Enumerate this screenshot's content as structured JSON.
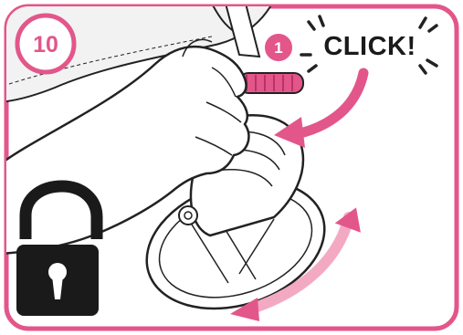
{
  "step": {
    "number": "10"
  },
  "callout": {
    "number": "1"
  },
  "sound": {
    "label": "CLICK!"
  },
  "colors": {
    "accent": "#e3568a",
    "accent_light": "#f4a9c3",
    "line": "#222222",
    "frame_fill": "#ffffff",
    "canopy": "#f2f2f2",
    "wheel": "#ffffff",
    "lock": "#1a1a1a"
  },
  "icons": {
    "lock": "unlocked-padlock-icon",
    "rotate": "curved-double-arrow-icon",
    "press": "curved-arrow-icon",
    "click_burst": "sound-burst-icon"
  }
}
